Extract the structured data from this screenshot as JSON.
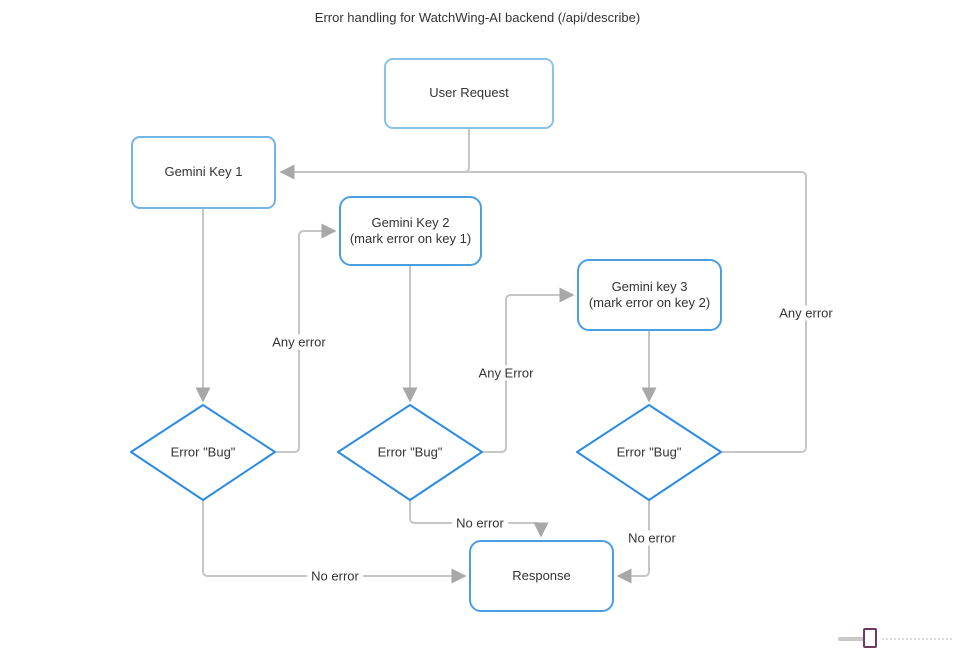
{
  "title": "Error handling for WatchWing-AI backend (/api/describe)",
  "nodes": {
    "user_request": {
      "label": "User Request"
    },
    "gemini_key_1": {
      "label": "Gemini Key 1"
    },
    "gemini_key_2": {
      "label": "Gemini Key 2\n(mark error on key 1)"
    },
    "gemini_key_3": {
      "label": "Gemini key 3\n(mark error on key 2)"
    },
    "decision_1": {
      "label": "Error \"Bug\""
    },
    "decision_2": {
      "label": "Error \"Bug\""
    },
    "decision_3": {
      "label": "Error \"Bug\""
    },
    "response": {
      "label": "Response"
    }
  },
  "edge_labels": {
    "any_error_1": "Any error",
    "any_error_2": "Any Error",
    "any_error_3": "Any error",
    "no_error_left": "No error",
    "no_error_mid": "No error",
    "no_error_right": "No error"
  },
  "colors": {
    "box_border_light": "#8ac2ee",
    "box_border": "#4c9ee2",
    "decision_border": "#2d8ce2",
    "connector": "#c6c6c6",
    "arrowhead": "#a8a8a8",
    "text": "#333333",
    "slider_thumb_border": "#6e3a62"
  }
}
